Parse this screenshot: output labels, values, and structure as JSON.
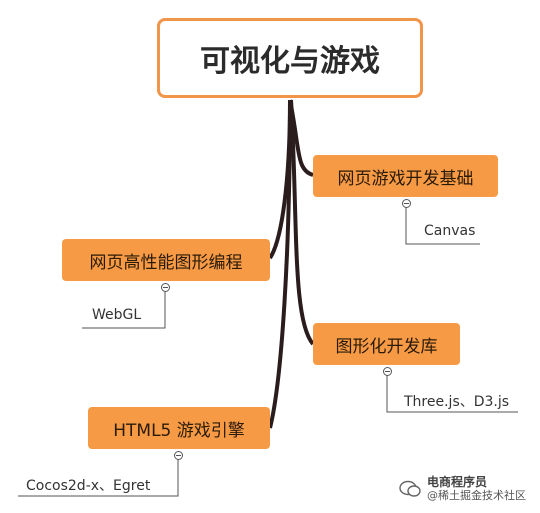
{
  "root": {
    "label": "可视化与游戏"
  },
  "branches": [
    {
      "label": "网页游戏开发基础",
      "leaf": "Canvas"
    },
    {
      "label": "网页高性能图形编程",
      "leaf": "WebGL"
    },
    {
      "label": "图形化开发库",
      "leaf": "Three.js、D3.js"
    },
    {
      "label": "HTML5 游戏引擎",
      "leaf": "Cocos2d-x、Egret"
    }
  ],
  "watermark": {
    "title": "电商程序员",
    "subtitle": "@稀土掘金技术社区"
  },
  "colors": {
    "node_fill": "#f79a46",
    "root_border": "#f0954a",
    "branch_line": "#2b1d1d"
  }
}
